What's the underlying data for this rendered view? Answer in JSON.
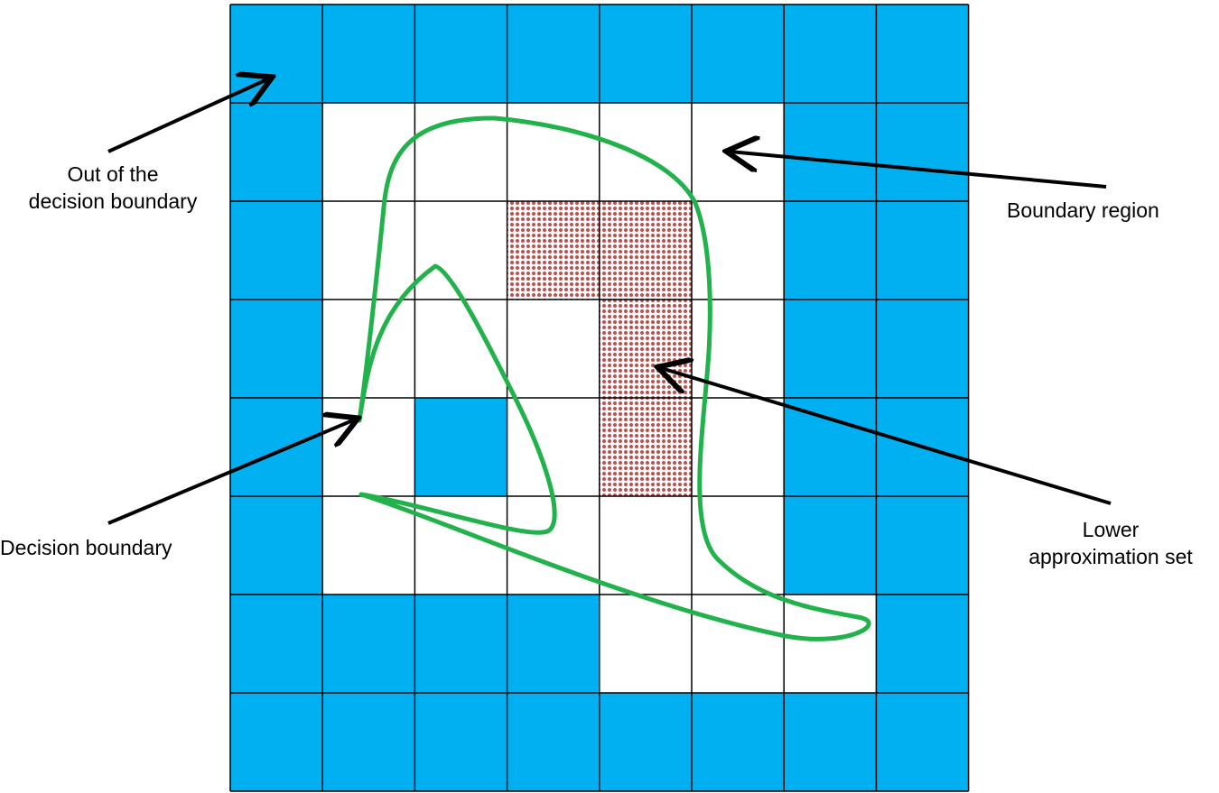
{
  "diagram": {
    "grid": {
      "rows": 8,
      "cols": 8,
      "cells": [
        [
          "out",
          "out",
          "out",
          "out",
          "out",
          "out",
          "out",
          "out"
        ],
        [
          "out",
          "boundary",
          "boundary",
          "boundary",
          "boundary",
          "boundary",
          "out",
          "out"
        ],
        [
          "out",
          "boundary",
          "boundary",
          "lower",
          "lower",
          "boundary",
          "out",
          "out"
        ],
        [
          "out",
          "boundary",
          "boundary",
          "boundary",
          "lower",
          "boundary",
          "out",
          "out"
        ],
        [
          "out",
          "boundary",
          "out",
          "boundary",
          "lower",
          "boundary",
          "out",
          "out"
        ],
        [
          "out",
          "boundary",
          "boundary",
          "boundary",
          "boundary",
          "boundary",
          "out",
          "out"
        ],
        [
          "out",
          "out",
          "out",
          "out",
          "boundary",
          "boundary",
          "boundary",
          "out"
        ],
        [
          "out",
          "out",
          "out",
          "out",
          "out",
          "out",
          "out",
          "out"
        ]
      ]
    },
    "colors": {
      "out": "#00b0f0",
      "boundary": "#ffffff",
      "lower_dot": "#c0504d",
      "curve": "#22b24c",
      "gridline": "#000000",
      "arrow": "#000000"
    },
    "labels": {
      "out_of_boundary": [
        "Out of the",
        "decision boundary"
      ],
      "boundary_region": [
        "Boundary region"
      ],
      "decision_boundary": [
        "Decision boundary"
      ],
      "lower_approximation": [
        "Lower",
        "approximation set"
      ]
    }
  }
}
